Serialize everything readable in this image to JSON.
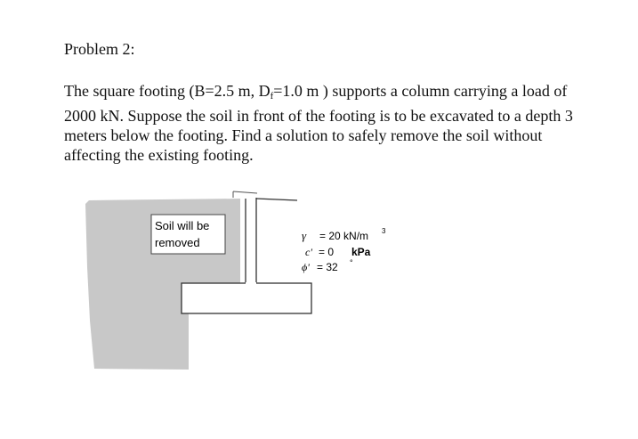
{
  "problem": {
    "heading": "Problem 2:",
    "text": {
      "l1_a": "The square footing (B=2.5 m, D",
      "l1_sub": "f",
      "l1_b": "=1.0 m ) supports a column carrying a load of",
      "l2": "2000 kN. Suppose the soil in front of the footing is to be excavated to a depth 3",
      "l3": "meters below the footing. Find a solution to safely remove the soil without",
      "l4": "affecting the existing footing."
    }
  },
  "figure": {
    "label_box": {
      "line1": "Soil will be",
      "line2": "removed"
    },
    "properties": {
      "gamma_symbol": "γ",
      "gamma_value": "= 20 kN/m",
      "gamma_exp": "3",
      "c_symbol": "c'",
      "c_value": "= 0",
      "c_unit": "kPa",
      "phi_symbol": "ϕ'",
      "phi_value": "= 32",
      "phi_unit": "°"
    },
    "colors": {
      "soil_fill": "#c8c8c8",
      "line": "#333333"
    }
  }
}
